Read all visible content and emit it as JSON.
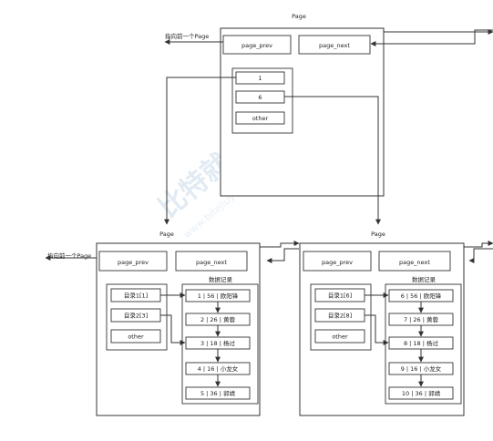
{
  "top_page": {
    "title": "Page",
    "prev_label": "page_prev",
    "next_label": "page_next",
    "prev_pointer_text": "指向前一个Page",
    "directory": [
      "1",
      "6",
      "other"
    ]
  },
  "left_page": {
    "title": "Page",
    "prev_label": "page_prev",
    "next_label": "page_next",
    "prev_pointer_text": "指向前一个Page",
    "records_title": "数据记录",
    "directory": [
      "目录1[1]",
      "目录2[3]",
      "other"
    ],
    "records": [
      "1 | 56 | 欧阳锋",
      "2 | 26 | 黄蓉",
      "3 | 18 | 杨过",
      "4 | 16 | 小龙女",
      "5 | 36 | 郭靖"
    ]
  },
  "right_page": {
    "title": "Page",
    "prev_label": "page_prev",
    "next_label": "page_next",
    "records_title": "数据记录",
    "directory": [
      "目录1[6]",
      "目录2[8]",
      "other"
    ],
    "records": [
      "6 | 56 | 欧阳锋",
      "7 | 26 | 黄蓉",
      "8 | 18 | 杨过",
      "9 | 16 | 小龙女",
      "10 | 36 | 郭靖"
    ]
  },
  "watermark": {
    "text": "比特就业课",
    "subtext": "www.bitejiuyeke.com"
  }
}
